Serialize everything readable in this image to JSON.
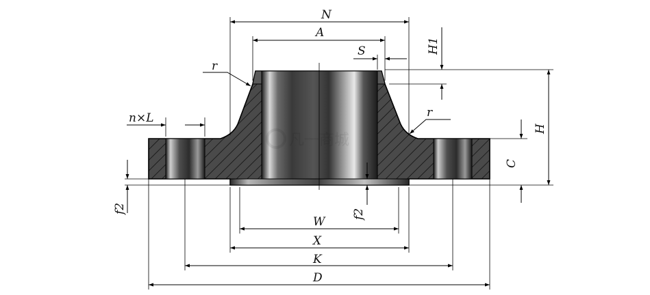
{
  "labels": {
    "N": "N",
    "A": "A",
    "S": "S",
    "H1": "H1",
    "r_top": "r",
    "r_right": "r",
    "H": "H",
    "C": "C",
    "nxL": "n×L",
    "f2_left": "f2",
    "f2_center": "f2",
    "W": "W",
    "X": "X",
    "K": "K",
    "D": "D"
  },
  "watermark": "凡一商城",
  "colors": {
    "body": "#4a4a4a",
    "hatch": "#151515",
    "outline": "#000000",
    "line": "#000000"
  }
}
